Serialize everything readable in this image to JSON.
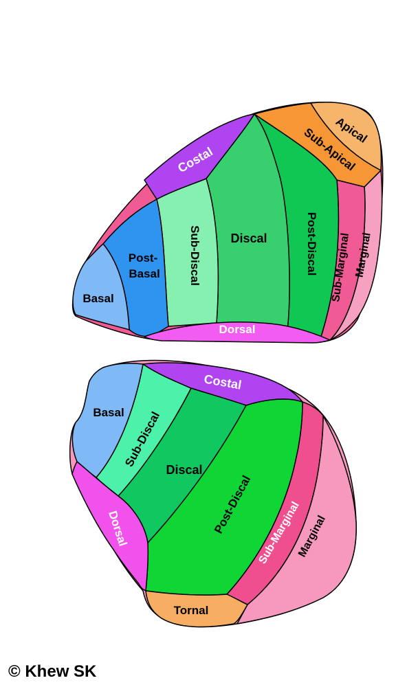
{
  "forewing": {
    "labels": {
      "costal": "Costal",
      "apical": "Apical",
      "sub_apical": "Sub-Apical",
      "basal": "Basal",
      "post_basal_1": "Post-",
      "post_basal_2": "Basal",
      "sub_discal": "Sub-Discal",
      "discal": "Discal",
      "post_discal": "Post-Discal",
      "sub_marginal": "Sub-Marginal",
      "marginal": "Marginal",
      "dorsal": "Dorsal"
    },
    "colors": {
      "costal": "#B044F0",
      "apical": "#F7B46B",
      "sub_apical": "#F79635",
      "basal": "#7FBAF7",
      "post_basal": "#2E94F0",
      "sub_discal": "#86F0B0",
      "discal": "#38CF6E",
      "post_discal": "#10C754",
      "sub_marginal": "#F05A95",
      "marginal": "#F7A1C2",
      "dorsal": "#F25CF0"
    }
  },
  "hindwing": {
    "labels": {
      "costal": "Costal",
      "basal": "Basal",
      "sub_discal": "Sub-Discal",
      "discal": "Discal",
      "post_discal": "Post-Discal",
      "sub_marginal": "Sub-Marginal",
      "marginal": "Marginal",
      "dorsal": "Dorsal",
      "tornal": "Tornal"
    },
    "colors": {
      "costal": "#B044F0",
      "basal": "#7FBAF7",
      "sub_discal": "#4DF2AA",
      "discal": "#10C760",
      "post_discal": "#10D635",
      "sub_marginal": "#F04F8F",
      "marginal": "#F799BE",
      "dorsal": "#F252EC",
      "tornal": "#F7AE63"
    }
  },
  "credit": "© Khew SK"
}
